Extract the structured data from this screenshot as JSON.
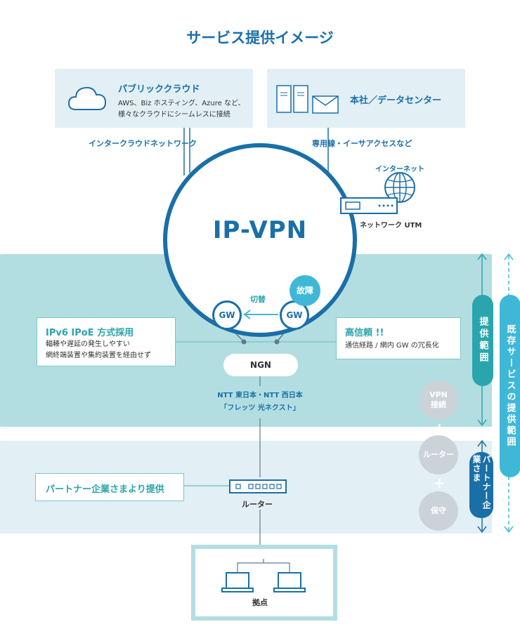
{
  "title": "サービス提供イメージ",
  "cloud_box": {
    "title": "パブリッククラウド",
    "line1": "AWS、Biz ホスティング、Azure など、",
    "line2": "様々なクラウドにシームレスに接続"
  },
  "dc_box": {
    "title": "本社／データセンター"
  },
  "labels": {
    "intercloud": "インタークラウドネットワーク",
    "dedicated": "専用線・イーサアクセスなど",
    "internet": "インターネット",
    "utm": "ネットワーク UTM",
    "ipvpn": "IP-VPN",
    "switch": "切替",
    "fault": "故障",
    "gw": "GW",
    "ngn": "NGN",
    "ntt_line1": "NTT 東日本・NTT 西日本",
    "ntt_line2": "「フレッツ 光ネクスト」",
    "router": "ルーター",
    "base": "拠点"
  },
  "callout_left": {
    "title": "IPv6 IPoE 方式採用",
    "line1": "輻輳や遅延の発生しやすい",
    "line2": "網終端装置や集約装置を経由せず"
  },
  "callout_right": {
    "title": "高信頼 !!",
    "line1": "通信経路 / 網内 GW の冗長化"
  },
  "callout_partner": {
    "title": "パートナー企業さまより提供"
  },
  "side": {
    "vpn_connect": "VPN\n接続",
    "router": "ルーター",
    "maintenance": "保守",
    "plus": "+",
    "provide_range": "提供範囲",
    "partner": "パートナー企業さま",
    "existing": "既存サービスの提供範囲"
  },
  "colors": {
    "primary": "#1a6fa8",
    "teal": "#2aa5ad",
    "band_teal": "#b3dee1",
    "band_blue": "#e2eff5",
    "badge": "#3fb8d8",
    "gray_circle": "#cbd3d9"
  }
}
